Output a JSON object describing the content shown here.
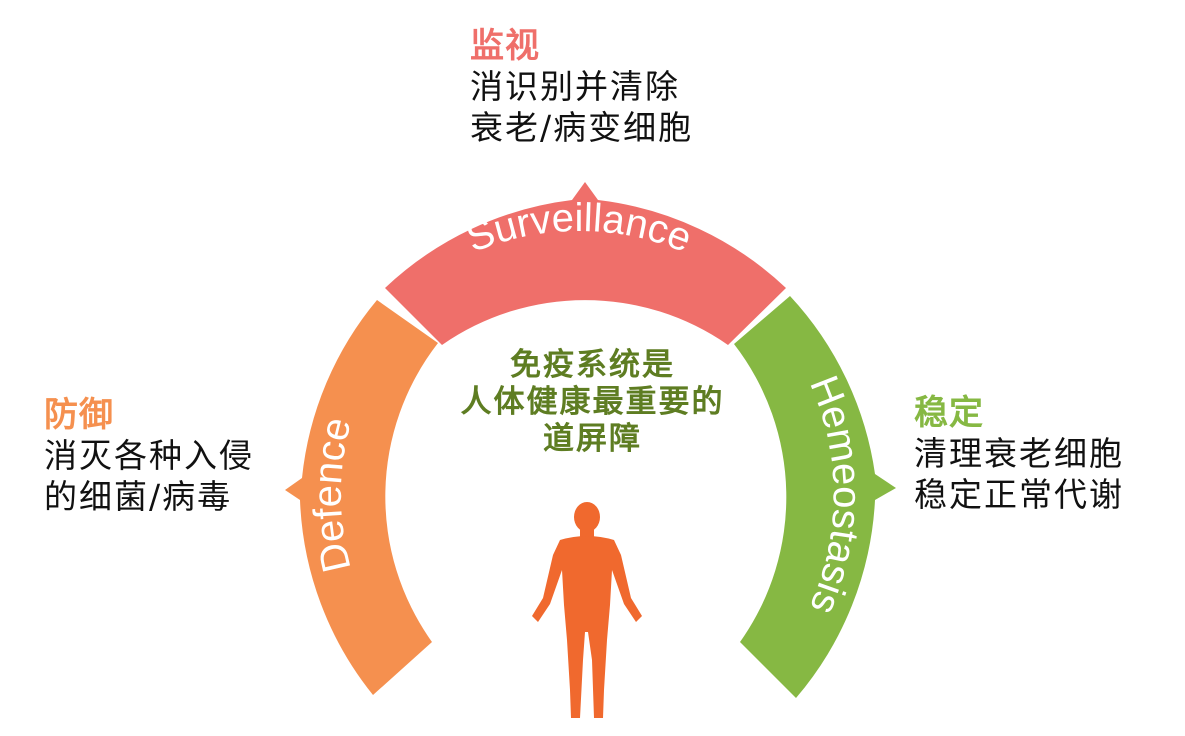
{
  "colors": {
    "surveillance": "#ef6f6a",
    "defence": "#f5904f",
    "homeostasis": "#86b843",
    "surveillance_title": "#ef6f6a",
    "defence_title": "#f5904f",
    "homeostasis_title": "#86b843",
    "center_text": "#5e7d22",
    "human_figure": "#f0692e"
  },
  "icons": {
    "human": "human-figure-icon"
  },
  "surveillance": {
    "arc_label": "Surveillance",
    "title": "监视",
    "lines": [
      "消识别并清除",
      "衰老/病变细胞"
    ]
  },
  "defence": {
    "arc_label": "Defence",
    "title": "防御",
    "lines": [
      "消灭各种入侵",
      "的细菌/病毒"
    ]
  },
  "homeostasis": {
    "arc_label": "Hemeostasis",
    "title": "稳定",
    "lines": [
      "清理衰老细胞",
      "稳定正常代谢"
    ]
  },
  "center": {
    "lines": [
      "免疫系统是",
      "人体健康最重要的",
      "道屏障"
    ]
  }
}
